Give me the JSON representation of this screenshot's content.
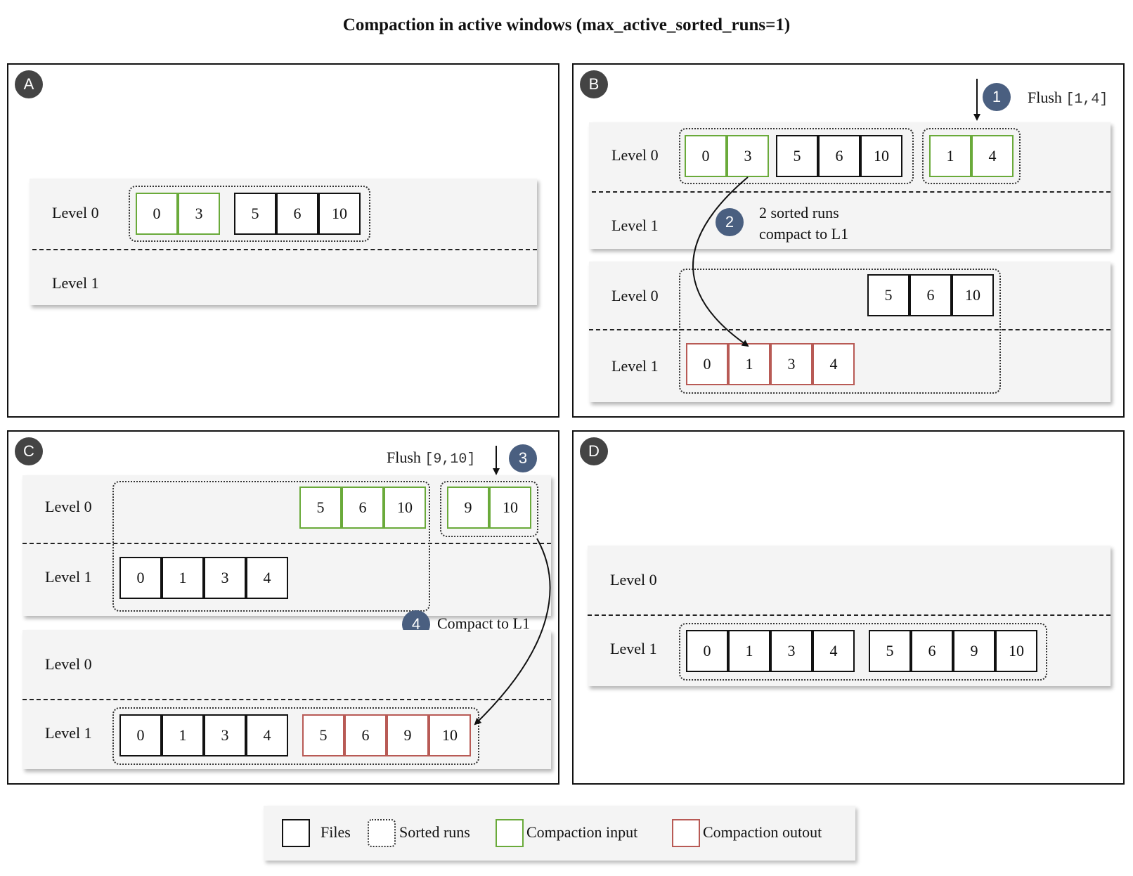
{
  "title": "Compaction in active windows (max_active_sorted_runs=1)",
  "level_labels": {
    "l0": "Level 0",
    "l1": "Level 1"
  },
  "panels": {
    "a": {
      "badge": "A",
      "l0_files": [
        "0",
        "3",
        "5",
        "6",
        "10"
      ]
    },
    "b": {
      "badge": "B",
      "step1": "1",
      "flush_word": "Flush",
      "flush_range": "[1,4]",
      "top_l0_files": [
        "0",
        "3",
        "5",
        "6",
        "10",
        "1",
        "4"
      ],
      "step2": "2",
      "step2_line1": "2 sorted runs",
      "step2_line2": "compact to L1",
      "bottom_l0_files": [
        "5",
        "6",
        "10"
      ],
      "bottom_l1_files": [
        "0",
        "1",
        "3",
        "4"
      ]
    },
    "c": {
      "badge": "C",
      "step3": "3",
      "flush_word": "Flush",
      "flush_range": "[9,10]",
      "top_l0_files": [
        "5",
        "6",
        "10",
        "9",
        "10"
      ],
      "top_l1_files": [
        "0",
        "1",
        "3",
        "4"
      ],
      "step4": "4",
      "step4_text": "Compact to L1",
      "bottom_l1_files": [
        "0",
        "1",
        "3",
        "4",
        "5",
        "6",
        "9",
        "10"
      ]
    },
    "d": {
      "badge": "D",
      "l1_files": [
        "0",
        "1",
        "3",
        "4",
        "5",
        "6",
        "9",
        "10"
      ]
    }
  },
  "legend": {
    "files": "Files",
    "sorted_runs": "Sorted runs",
    "compaction_input": "Compaction input",
    "compaction_output": "Compaction outout"
  },
  "colors": {
    "compaction_input": "#6aaa3a",
    "compaction_output": "#b85a55",
    "step_badge": "#4a5f80",
    "panel_badge": "#444444"
  }
}
